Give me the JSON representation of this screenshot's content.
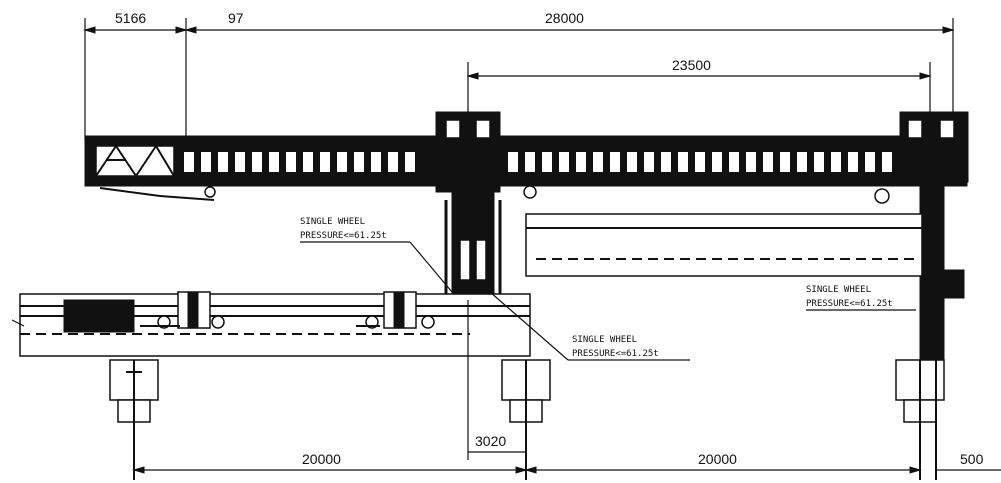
{
  "dimensions": {
    "d5166": "5166",
    "d97": "97",
    "d28000": "28000",
    "d23500": "23500",
    "d3020": "3020",
    "d20000_left": "20000",
    "d20000_right": "20000",
    "d500": "500"
  },
  "notes": {
    "note1_line1": "SINGLE WHEEL",
    "note1_line2": "PRESSURE<=61.25t",
    "note2_line1": "SINGLE WHEEL",
    "note2_line2": "PRESSURE<=61.25t",
    "note3_line1": "SINGLE WHEEL",
    "note3_line2": "PRESSURE<=61.25t"
  }
}
